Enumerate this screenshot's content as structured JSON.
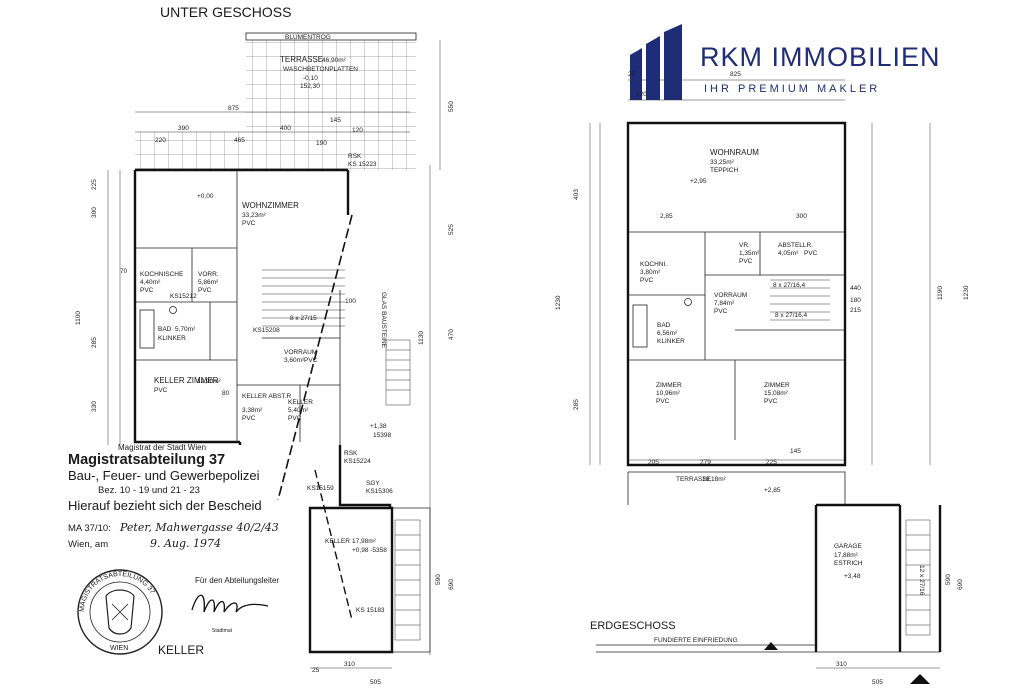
{
  "logo": {
    "name": "RKM IMMOBILIEN",
    "tagline": "IHR PREMIUM MAKLER",
    "color": "#1f2d78"
  },
  "ug": {
    "title": "UNTER GESCHOSS",
    "floor_label": "KELLER",
    "blumentrog": "BLUMENTROG",
    "terrace": {
      "name": "TERRASSE",
      "area": "46,90m²",
      "surface": "WASCHBETONPLATTEN",
      "level1": "-0,10",
      "level2": "152,30"
    },
    "rooms": [
      {
        "name": "WOHNZIMMER",
        "area": "33,23m²",
        "floor": "PVC"
      },
      {
        "name": "KOCHNISCHE",
        "area": "4,40m²",
        "floor": "PVC"
      },
      {
        "name": "VORR.",
        "area": "5,86m²",
        "floor": "PVC"
      },
      {
        "name": "BAD",
        "area": "5,70m²",
        "floor": "KLINKER"
      },
      {
        "name": "VORRAUM",
        "area": "3,60m²",
        "floor": "PVC"
      },
      {
        "name": "KELLER ZIMMER",
        "area": "12,90m²",
        "floor": "PVC"
      },
      {
        "name": "KELLER ABST.R",
        "area": "3,38m²",
        "floor": "PVC"
      },
      {
        "name": "KELLER",
        "area": "5,40m²",
        "floor": "PVC"
      },
      {
        "name": "KELLER",
        "area": "17,98m²",
        "floor": "+0,98 -5358"
      }
    ],
    "labels": {
      "glas": "GLAS BAUSTEINE",
      "level0": "+0,00",
      "level138": "+1,38",
      "level15398": "15398",
      "rsk1": "RSK",
      "ks15223": "KS 15223",
      "rsk2": "RSK",
      "ks15224": "KS15224",
      "sgy": "SGY",
      "ks15306": "KS15306",
      "ks15159": "KS15159",
      "ks15208": "KS15208",
      "ks15212": "KS15212",
      "ks15183": "KS 15183",
      "stairs": "8 x 27/15"
    },
    "dims": {
      "d875": "875",
      "d390": "390",
      "d400": "400",
      "d220": "220",
      "d190": "190",
      "d145": "145",
      "d120": "120",
      "d25": "25",
      "d550": "550",
      "d1100": "1100",
      "d525": "525",
      "d470": "470",
      "d1130": "1130",
      "d690": "690",
      "d505": "505",
      "d310": "310",
      "d300": "300",
      "d330": "330",
      "d285": "285",
      "d225": "225",
      "d70": "70",
      "d80": "80",
      "d100": "100",
      "d590": "590",
      "d465": "465"
    }
  },
  "stamp": {
    "line1": "Magistrat der Stadt Wien",
    "line2": "Magistratsabteilung 37",
    "line3": "Bau-, Feuer- und Gewerbepolizei",
    "line4": "Bez. 10 - 19 und 21 - 23",
    "line5": "Hierauf bezieht sich der Bescheid",
    "ref_label": "MA 37/10:",
    "ref_hand": "Peter, Mahwergasse 40/2/43",
    "date_label": "Wien, am",
    "date_hand": "9. Aug. 1974",
    "signer": "Für den Abteilungsleiter",
    "seal_text": "MAGISTRATSABTEILUNG 37",
    "seal_city": "WIEN"
  },
  "eg": {
    "title": "ERDGESCHOSS",
    "fence": "FUNDIERTE EINFRIEDUNG",
    "terrace": {
      "name": "TERRASSE",
      "area": "18,18m²",
      "level": "+2,85"
    },
    "rooms": [
      {
        "name": "WOHNRAUM",
        "area": "33,25m²",
        "floor": "TEPPICH"
      },
      {
        "name": "KOCHNI.",
        "area": "3,80m²",
        "floor": "PVC"
      },
      {
        "name": "VR.",
        "area": "1,35m²",
        "floor": "PVC"
      },
      {
        "name": "ABSTELLR.",
        "area": "4,05m²",
        "floor": "PVC"
      },
      {
        "name": "VORRAUM",
        "area": "7,84m²",
        "floor": "PVC"
      },
      {
        "name": "BAD",
        "area": "6,56m²",
        "floor": "KLINKER"
      },
      {
        "name": "ZIMMER",
        "area": "10,96m²",
        "floor": "PVC"
      },
      {
        "name": "ZIMMER",
        "area": "15,08m²",
        "floor": "PVC"
      },
      {
        "name": "GARAGE",
        "area": "17,88m²",
        "floor": "ESTRICH"
      }
    ],
    "labels": {
      "level295": "+2,95",
      "level348": "+3,48",
      "stairs1": "8 x 27/16,4",
      "stairs2": "8 x 27/16,4",
      "stairs3": "12 x 27/16"
    },
    "dims": {
      "d825": "825",
      "d120": "120",
      "d25": "25",
      "d1230": "1230",
      "d1190": "1190",
      "d403": "403",
      "d285": "285",
      "d205": "205",
      "d279": "279",
      "d225": "225",
      "d145": "145",
      "d300": "300",
      "d505": "505",
      "d310": "310",
      "d690": "690",
      "d590": "590",
      "d440": "440",
      "d180": "180",
      "d215": "215",
      "d2_85": "2,85"
    }
  }
}
